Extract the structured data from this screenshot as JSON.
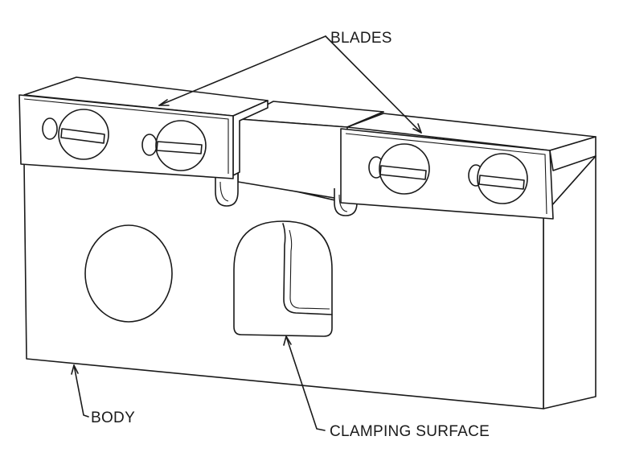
{
  "labels": {
    "blades": "BLADES",
    "body": "BODY",
    "clamping_surface": "CLAMPING SURFACE"
  },
  "colors": {
    "line": "#1a1a1a",
    "background": "#ffffff"
  }
}
